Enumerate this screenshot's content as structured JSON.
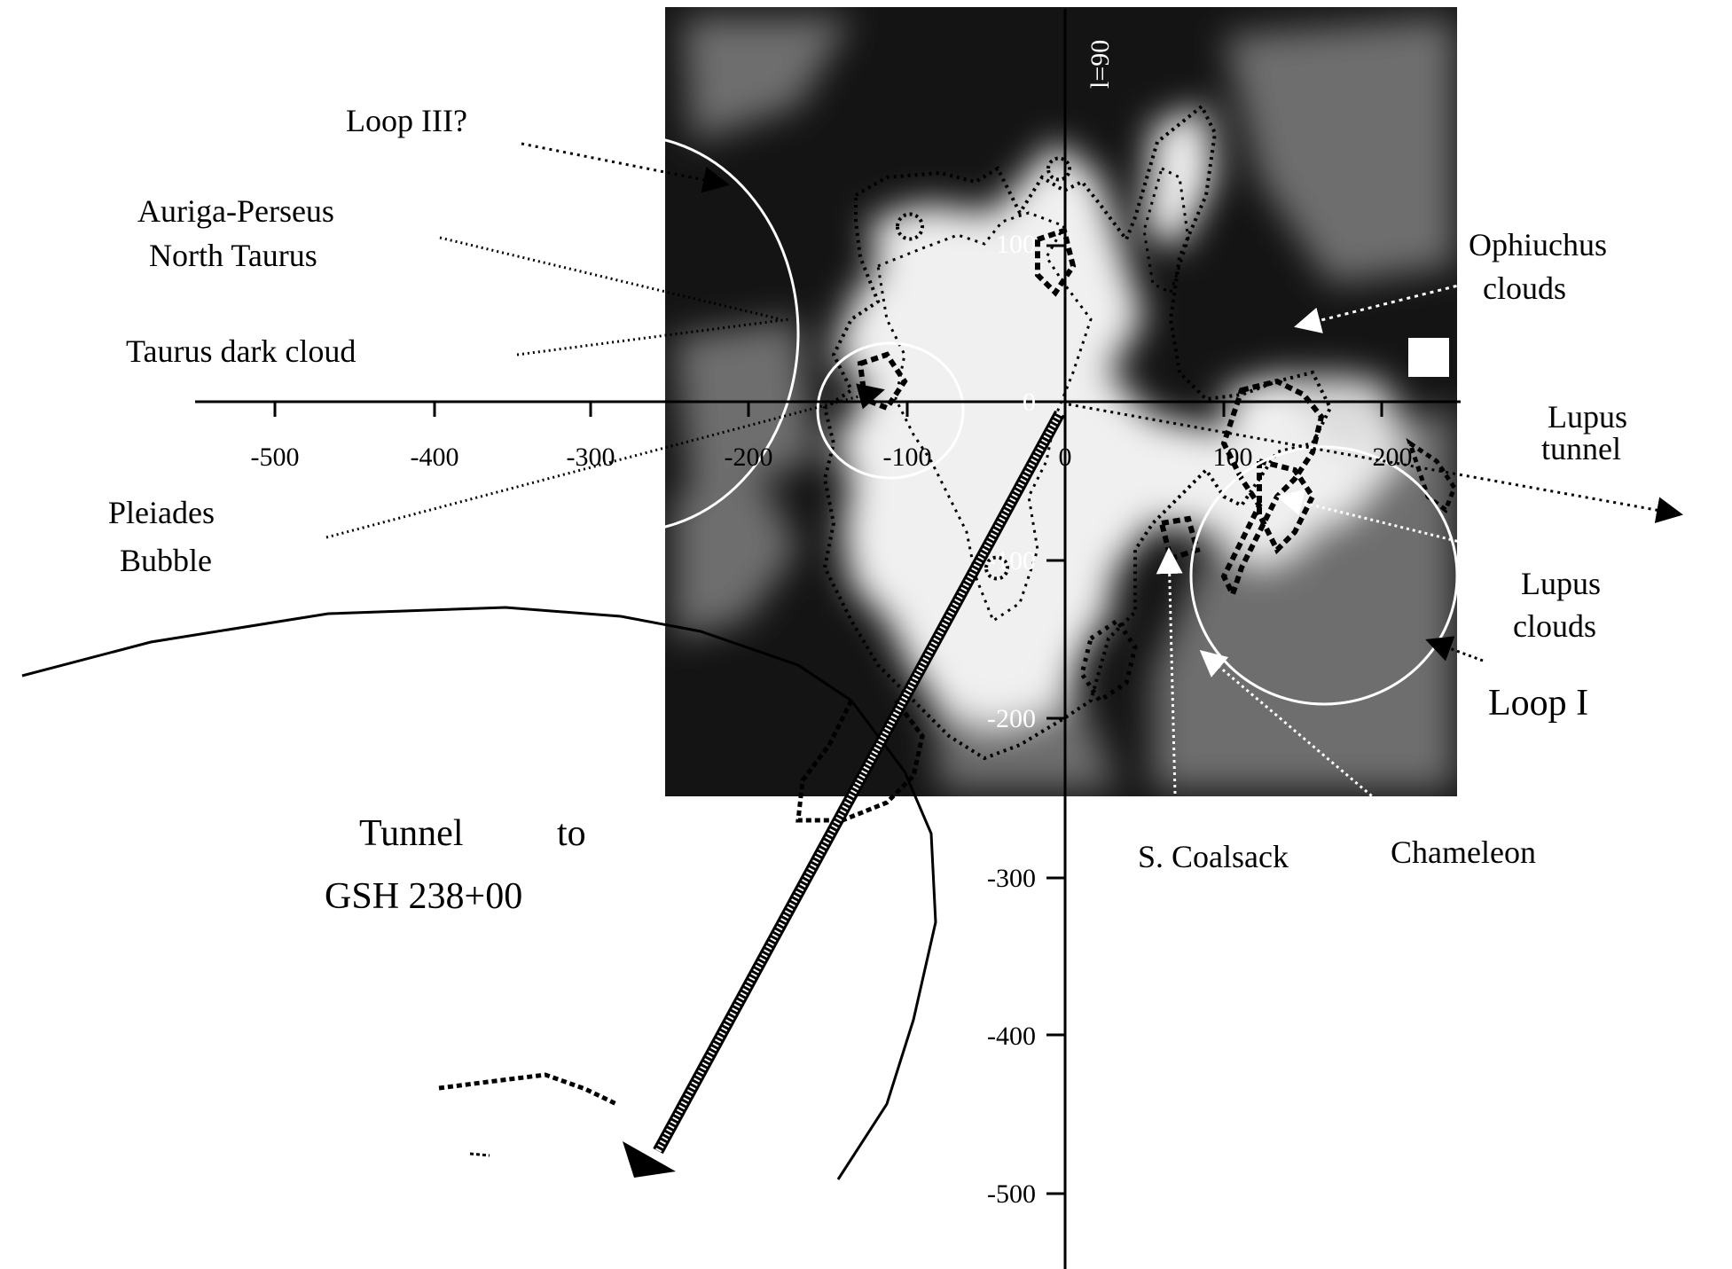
{
  "figure": {
    "axis_label_l90": "l=90",
    "x_ticks": [
      "-500",
      "-400",
      "-300",
      "-200",
      "-100",
      "0",
      "100",
      "200"
    ],
    "y_ticks_upper": [
      "100",
      "0",
      "-100",
      "-200"
    ],
    "y_ticks_lower": [
      "-300",
      "-400",
      "-500"
    ]
  },
  "labels": {
    "loop3": "Loop III?",
    "auriga_1": "Auriga-Perseus",
    "auriga_2": "North Taurus",
    "taurus": "Taurus dark cloud",
    "pleiades_1": "Pleiades",
    "pleiades_2": "Bubble",
    "ophiuchus_1": "Ophiuchus",
    "ophiuchus_2": "clouds",
    "lupus_tunnel_1": "Lupus",
    "lupus_tunnel_2": "tunnel",
    "lupus_clouds_1": "Lupus",
    "lupus_clouds_2": "clouds",
    "loop1": "Loop I",
    "coalsack": "S. Coalsack",
    "chameleon": "Chameleon",
    "tunnel_1a": "Tunnel",
    "tunnel_1b": "to",
    "tunnel_2": "GSH 238+00"
  },
  "colors": {
    "map_dark": "#141414",
    "map_mid": "#6e6e6e",
    "map_light": "#f0f0f0",
    "ink": "#000000",
    "paper": "#ffffff"
  }
}
